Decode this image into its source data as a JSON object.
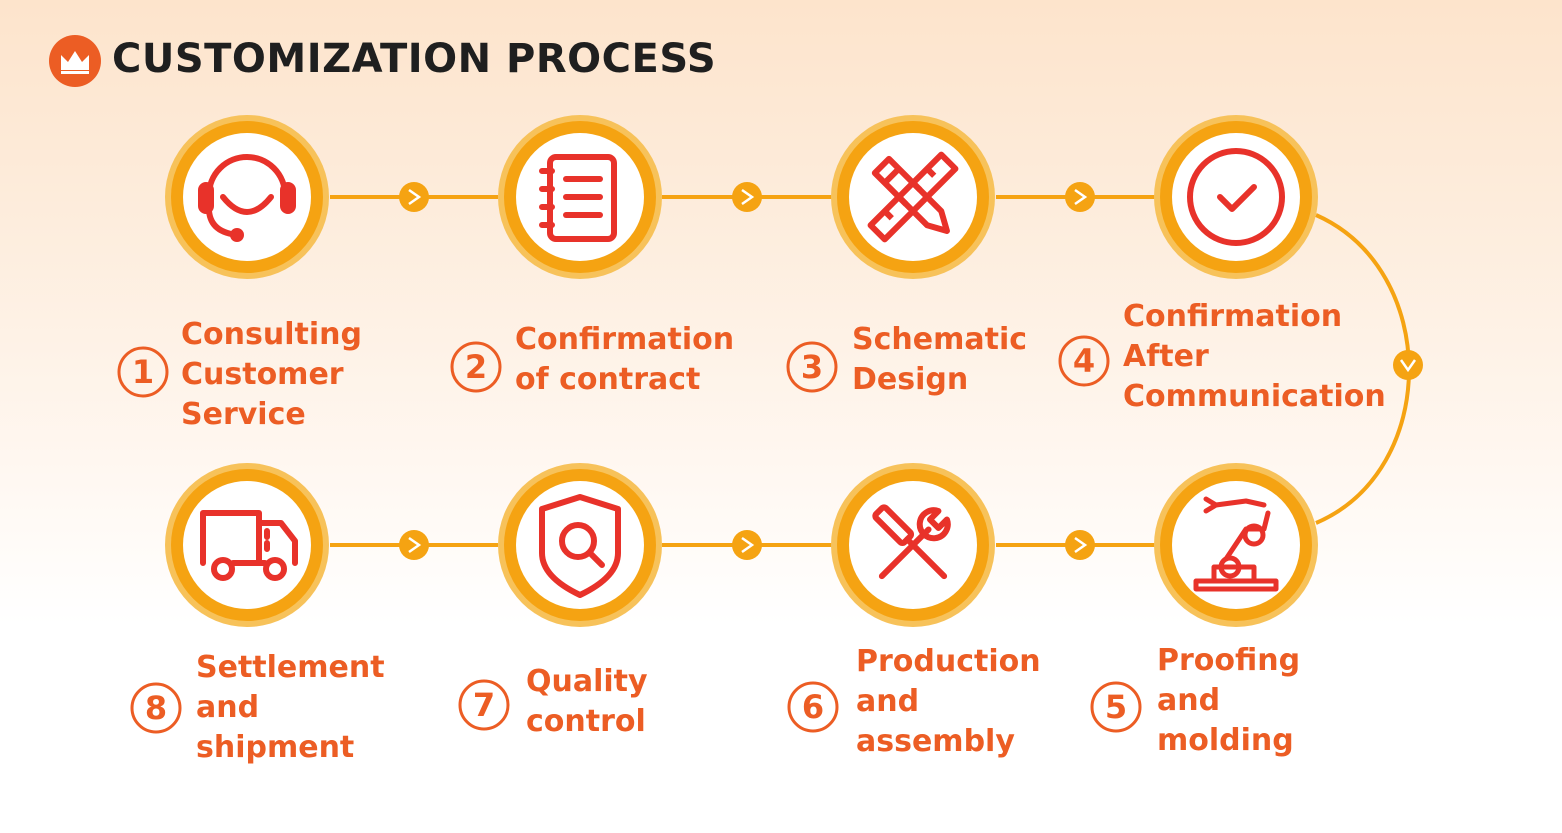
{
  "header": {
    "title": "CUSTOMIZATION PROCESS",
    "icon": "crown-icon"
  },
  "colors": {
    "accent": "#f5a312",
    "text": "#ec5d24",
    "icon": "#e8322a",
    "title": "#1f1f1f",
    "logo": "#ec5d24"
  },
  "steps": [
    {
      "number": "1",
      "lines": [
        "Consulting",
        "Customer",
        "Service"
      ],
      "icon": "headset-icon"
    },
    {
      "number": "2",
      "lines": [
        "Confirmation",
        "of contract"
      ],
      "icon": "notebook-icon"
    },
    {
      "number": "3",
      "lines": [
        "Schematic",
        "Design"
      ],
      "icon": "ruler-pencil-icon"
    },
    {
      "number": "4",
      "lines": [
        "Confirmation",
        "After",
        "Communication"
      ],
      "icon": "check-circle-icon"
    },
    {
      "number": "5",
      "lines": [
        "Proofing",
        "and",
        "molding"
      ],
      "icon": "robot-arm-icon"
    },
    {
      "number": "6",
      "lines": [
        "Production",
        "and",
        "assembly"
      ],
      "icon": "wrench-screwdriver-icon"
    },
    {
      "number": "7",
      "lines": [
        "Quality",
        "control"
      ],
      "icon": "shield-search-icon"
    },
    {
      "number": "8",
      "lines": [
        "Settlement",
        "and",
        "shipment"
      ],
      "icon": "truck-icon"
    }
  ]
}
